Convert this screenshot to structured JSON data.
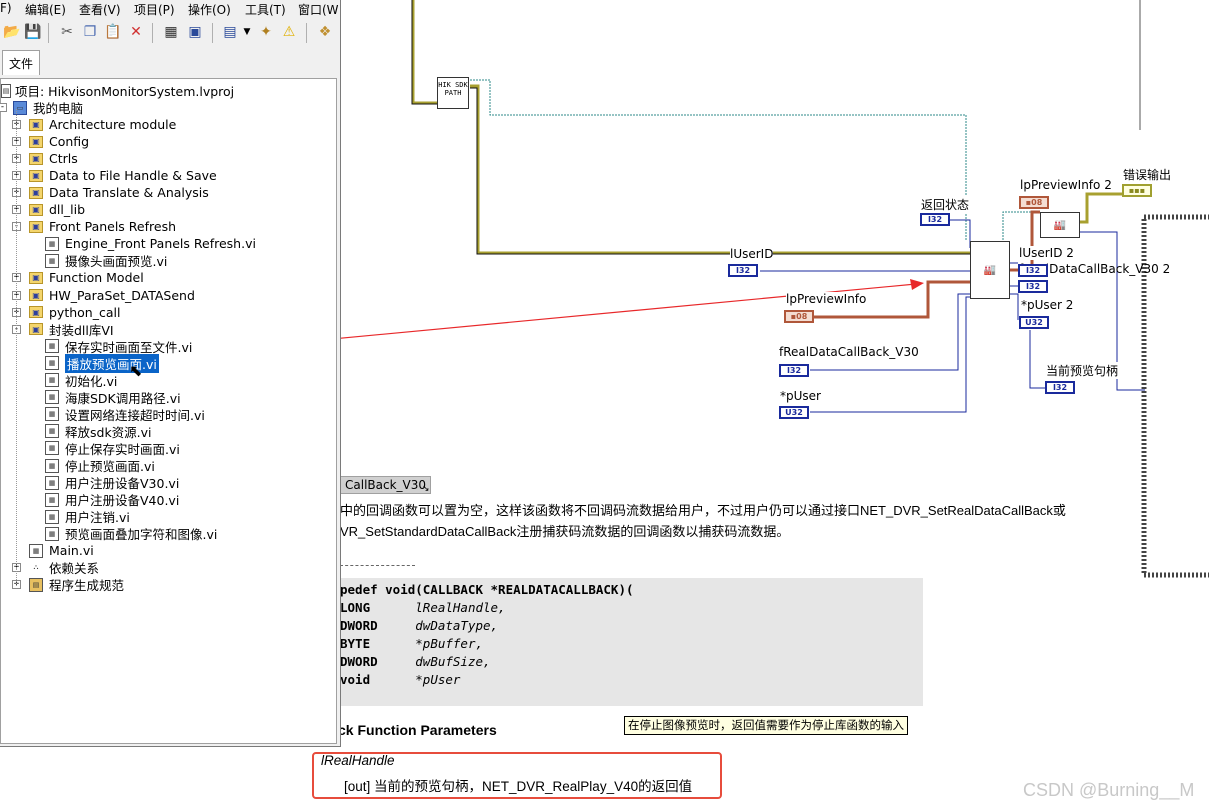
{
  "menu": [
    "F)",
    "编辑(E)",
    "查看(V)",
    "项目(P)",
    "操作(O)",
    "工具(T)",
    "窗口(W"
  ],
  "tab_file": "文件",
  "tree": {
    "project": "项目: HikvisonMonitorSystem.lvproj",
    "computer": "我的电脑",
    "items": [
      "Architecture module",
      "Config",
      "Ctrls",
      "Data to File Handle & Save",
      "Data Translate & Analysis",
      "dll_lib",
      "Front Panels Refresh",
      "Engine_Front Panels Refresh.vi",
      "摄像头画面预览.vi",
      "Function Model",
      "HW_ParaSet_DATASend",
      "python_call",
      "封装dll库VI",
      "保存实时画面至文件.vi",
      "播放预览画面.vi",
      "初始化.vi",
      "海康SDK调用路径.vi",
      "设置网络连接超时时间.vi",
      "释放sdk资源.vi",
      "停止保存实时画面.vi",
      "停止预览画面.vi",
      "用户注册设备V30.vi",
      "用户注册设备V40.vi",
      "用户注销.vi",
      "预览画面叠加字符和图像.vi",
      "Main.vi",
      "依赖关系",
      "程序生成规范"
    ]
  },
  "diagram": {
    "sdk_path": "HIK SDK PATH",
    "labels": {
      "return_status": "返回状态",
      "lpPreviewInfo2": "lpPreviewInfo 2",
      "error_out": "错误输出",
      "lUserID": "lUserID",
      "lUserID2": "lUserID 2",
      "fRealDataCallBack_V30_2": "fRealDataCallBack_V30 2",
      "lpPreviewInfo": "lpPreviewInfo",
      "pUser2": "*pUser 2",
      "fRealDataCallBack_V30": "fRealDataCallBack_V30",
      "current_handle": "当前预览句柄",
      "pUser": "*pUser"
    },
    "types": {
      "i32": "I32",
      "u32": "U32",
      "cluster": "▪08"
    }
  },
  "help": {
    "caption": "CallBack_V30",
    "para1": "中的回调函数可以置为空，这样该函数将不回调码流数据给用户，不过用户仍可以通过接口NET_DVR_SetRealDataCallBack或",
    "para2": "VR_SetStandardDataCallBack注册捕获码流数据的回调函数以捕获码流数据。",
    "code": [
      {
        "t": "pedef void(CALLBACK *REALDATACALLBACK)(",
        "a": ""
      },
      {
        "t": "LONG      ",
        "a": "lRealHandle,"
      },
      {
        "t": "DWORD     ",
        "a": "dwDataType,"
      },
      {
        "t": "BYTE      ",
        "a": "*pBuffer,"
      },
      {
        "t": "DWORD     ",
        "a": "dwBufSize,"
      },
      {
        "t": "void      ",
        "a": "*pUser"
      }
    ],
    "params_heading": "ck Function Parameters",
    "tooltip": "在停止图像预览时，返回值需要作为停止库函数的输入",
    "param_name": "lRealHandle",
    "param_desc": "[out] 当前的预览句柄，NET_DVR_RealPlay_V40的返回值"
  },
  "watermark": "CSDN @Burning__M"
}
